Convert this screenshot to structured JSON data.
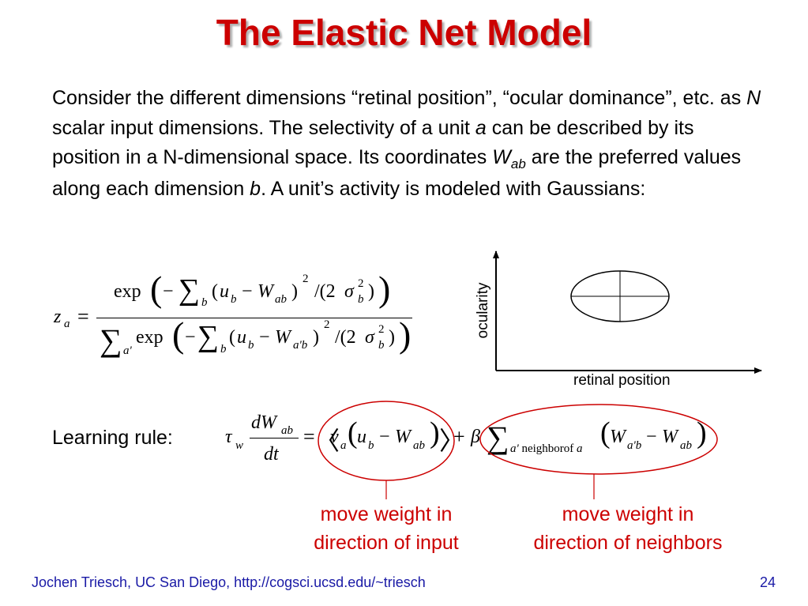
{
  "slide": {
    "title": "The Elastic Net Model",
    "para": {
      "p1": "Consider the different dimensions “retinal position”, “ocular dominance”, etc. as ",
      "N": "N",
      "p2": " scalar input dimensions. The selectivity of a unit ",
      "a": "a",
      "p3": " can be described by its position in a N-dimensional space. Its coordinates ",
      "W": "W",
      "ab": "ab",
      "p4": " are the preferred values along each dimension ",
      "b": "b",
      "p5": ". A unit’s activity is modeled with Gaussians:"
    },
    "equation1": {
      "lhs_z": "z",
      "lhs_sub": "a",
      "eq": "=",
      "num_exp": "exp",
      "num_minus": "−",
      "sum": "∑",
      "sub_b": "b",
      "u": "u",
      "W": "W",
      "sub_ab": "ab",
      "sub_aprimeb": "a'b",
      "sup2": "2",
      "div2": "/(2",
      "sigma": "σ",
      "close": ")",
      "open": "(",
      "minus": "−",
      "sub_aprime": "a'"
    },
    "diagram": {
      "ylabel": "ocularity",
      "xlabel": "retinal position"
    },
    "learning": {
      "label": "Learning rule:",
      "tau": "τ",
      "sub_w": "w",
      "dW": "dW",
      "sub_ab": "ab",
      "dt": "dt",
      "eq": "=",
      "langle": "〈",
      "rangle": "〉",
      "v": "v",
      "sub_a": "a",
      "u": "u",
      "sub_b": "b",
      "minus": "−",
      "W": "W",
      "plus": "+",
      "beta": "β",
      "sum": "∑",
      "sum_sub_a": "a'",
      "neighbor_of": " neighborof ",
      "sum_sub_a2": "a",
      "sub_aprimeb": "a'b",
      "open": "(",
      "close": ")"
    },
    "annotations": {
      "input": [
        "move weight in",
        "direction of input"
      ],
      "neighbors": [
        "move weight in",
        "direction of neighbors"
      ]
    },
    "footer": "Jochen Triesch, UC San Diego, http://cogsci.ucsd.edu/~triesch",
    "page": "24",
    "colors": {
      "title": "#cc0000",
      "annotation": "#cc0000",
      "footer": "#1a1aa6"
    }
  }
}
